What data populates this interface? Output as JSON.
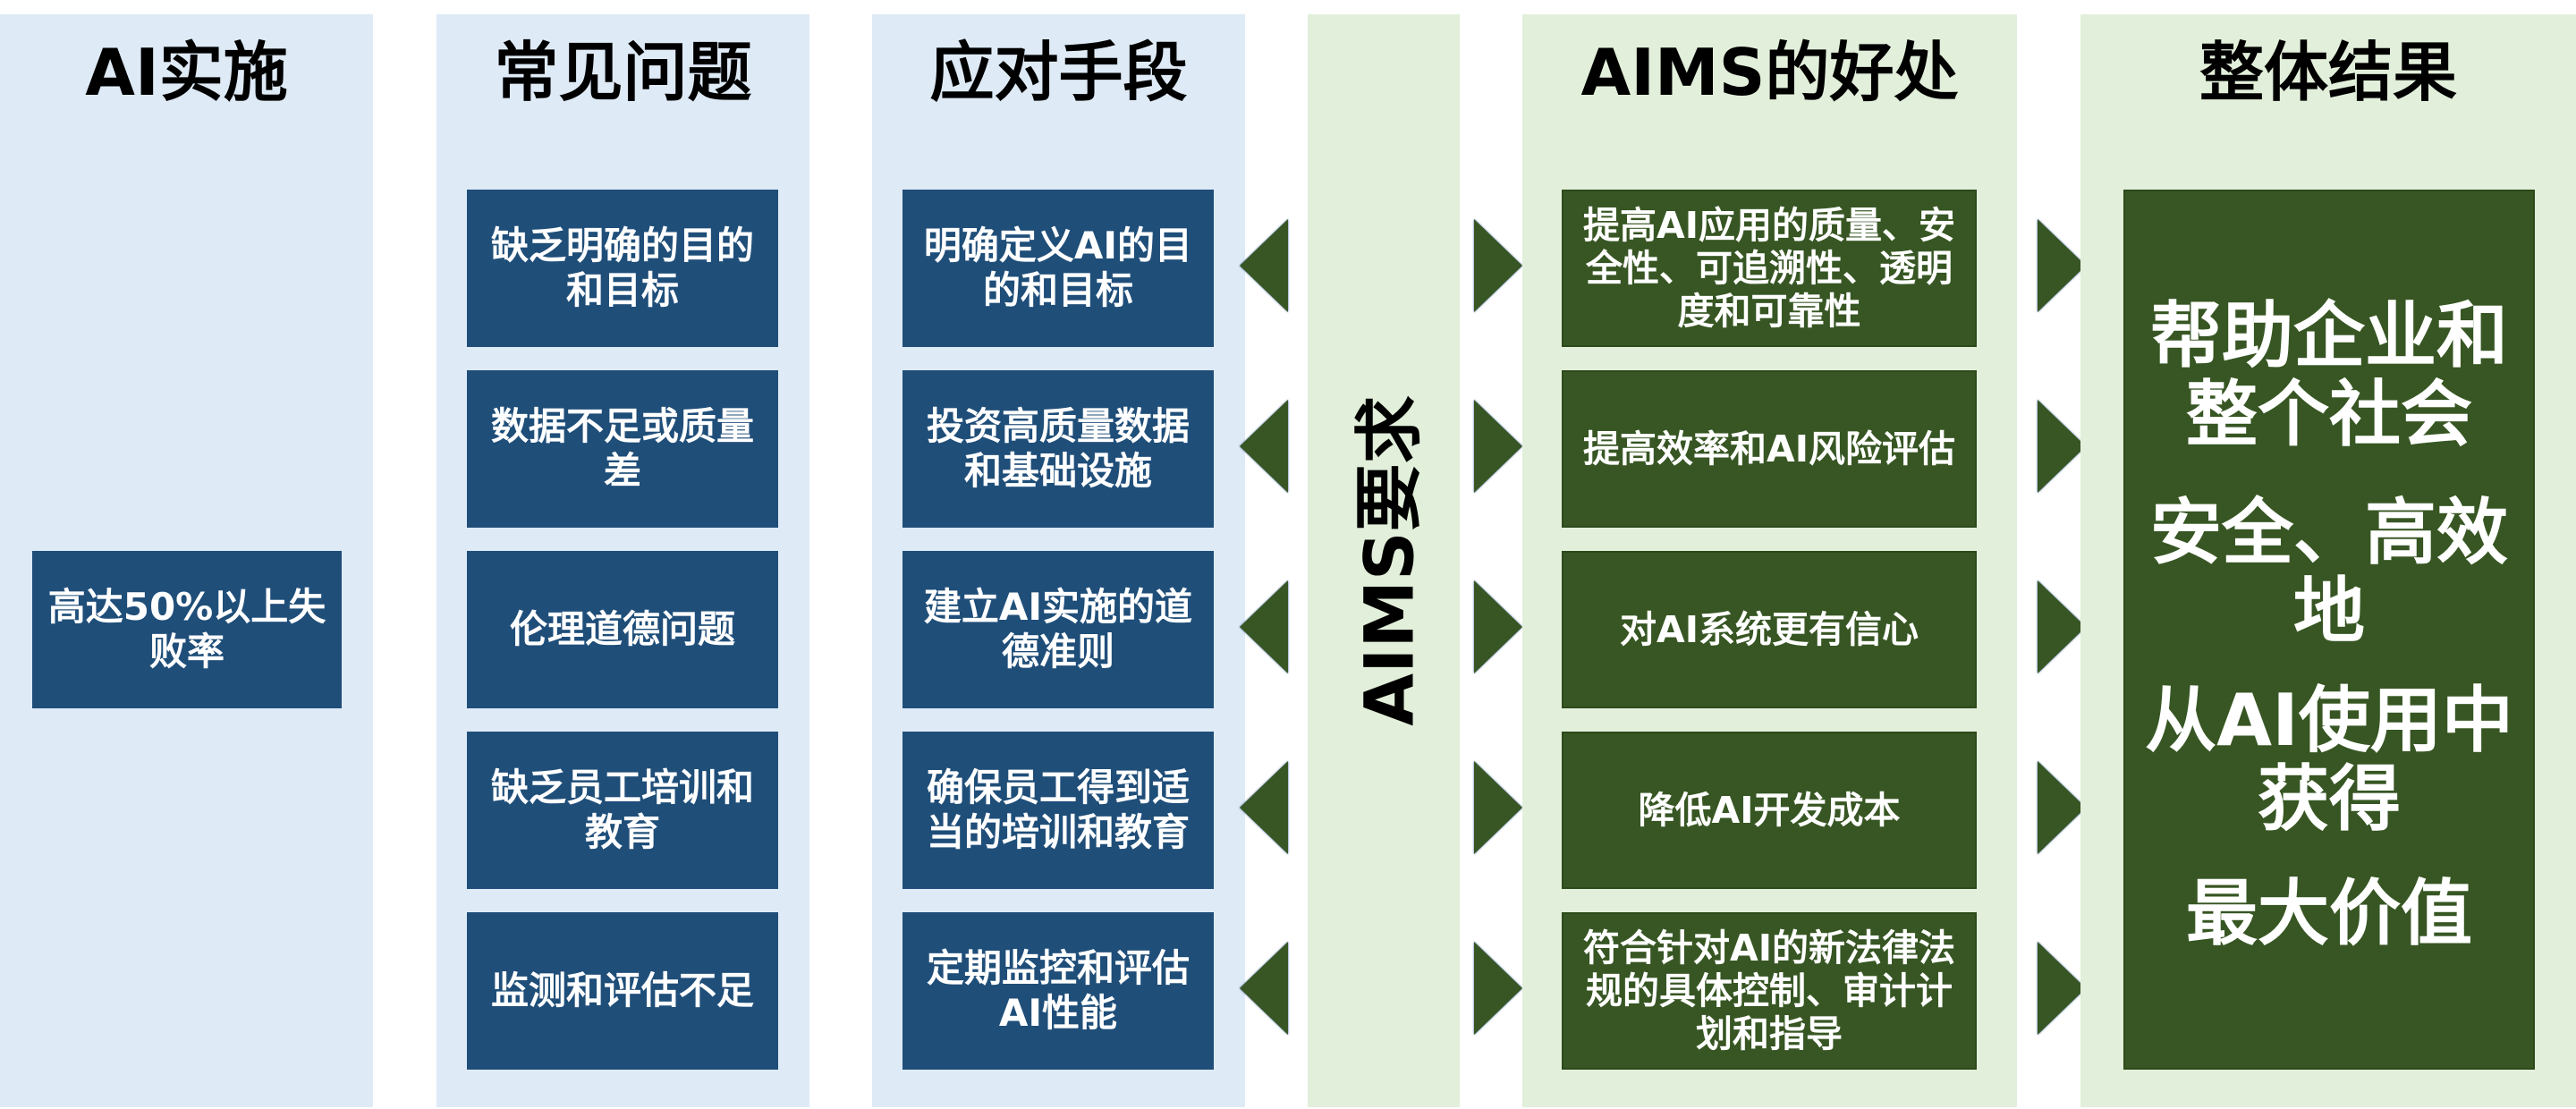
{
  "columns": {
    "ai_implementation": {
      "title": "AI实施",
      "box": "高达50%以上失败率"
    },
    "common_problems": {
      "title": "常见问题",
      "items": [
        "缺乏明确的目的和目标",
        "数据不足或质量差",
        "伦理道德问题",
        "缺乏员工培训和教育",
        "监测和评估不足"
      ]
    },
    "countermeasures": {
      "title": "应对手段",
      "items": [
        "明确定义AI的目的和目标",
        "投资高质量数据和基础设施",
        "建立AI实施的道德准则",
        "确保员工得到适当的培训和教育",
        "定期监控和评估AI性能"
      ]
    },
    "aims_requirements": {
      "title": "AIMS要求"
    },
    "aims_benefits": {
      "title": "AIMS的好处",
      "items": [
        "提高AI应用的质量、安全性、可追溯性、透明度和可靠性",
        "提高效率和AI风险评估",
        "对AI系统更有信心",
        "降低AI开发成本",
        "符合针对AI的新法律法规的具体控制、审计计划和指导"
      ]
    },
    "overall_result": {
      "title": "整体结果",
      "lines": [
        "帮助企业和",
        "整个社会",
        "安全、高效",
        "地",
        "从AI使用中",
        "获得",
        "最大价值"
      ]
    }
  },
  "colors": {
    "blue_column": "#deeaf6",
    "green_column": "#e2efda",
    "blue_box": "#1f4e79",
    "green_box": "#375623",
    "arrow": "#375623"
  }
}
